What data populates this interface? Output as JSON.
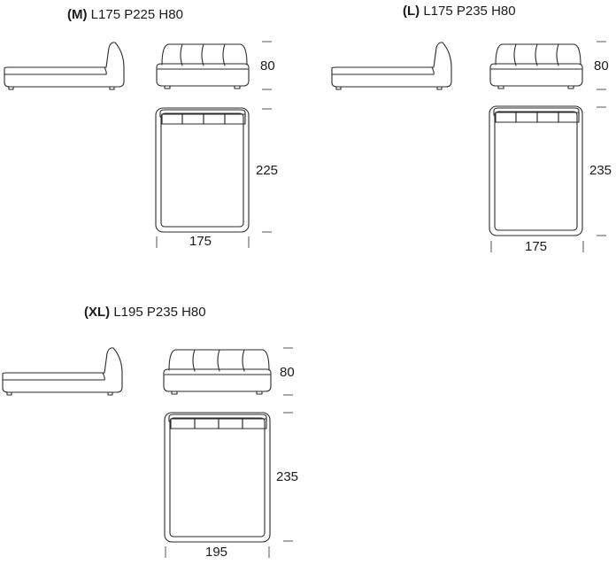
{
  "models": [
    {
      "size": "(M)",
      "dims": "L175 P225 H80",
      "height_label": "80",
      "length_label": "225",
      "width_label": "175"
    },
    {
      "size": "(L)",
      "dims": "L175 P235 H80",
      "height_label": "80",
      "length_label": "235",
      "width_label": "175"
    },
    {
      "size": "(XL)",
      "dims": "L195 P235 H80",
      "height_label": "80",
      "length_label": "235",
      "width_label": "195"
    }
  ]
}
